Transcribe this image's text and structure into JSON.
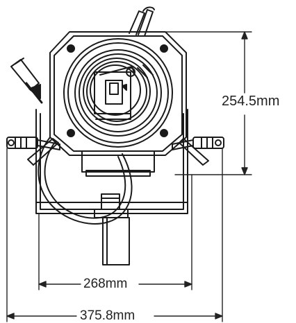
{
  "dimensions": {
    "height_label": "254.5mm",
    "inner_width_label": "268mm",
    "overall_width_label": "375.8mm"
  },
  "colors": {
    "line": "#1a1a1a",
    "dimension": "#222222",
    "background": "#ffffff"
  }
}
